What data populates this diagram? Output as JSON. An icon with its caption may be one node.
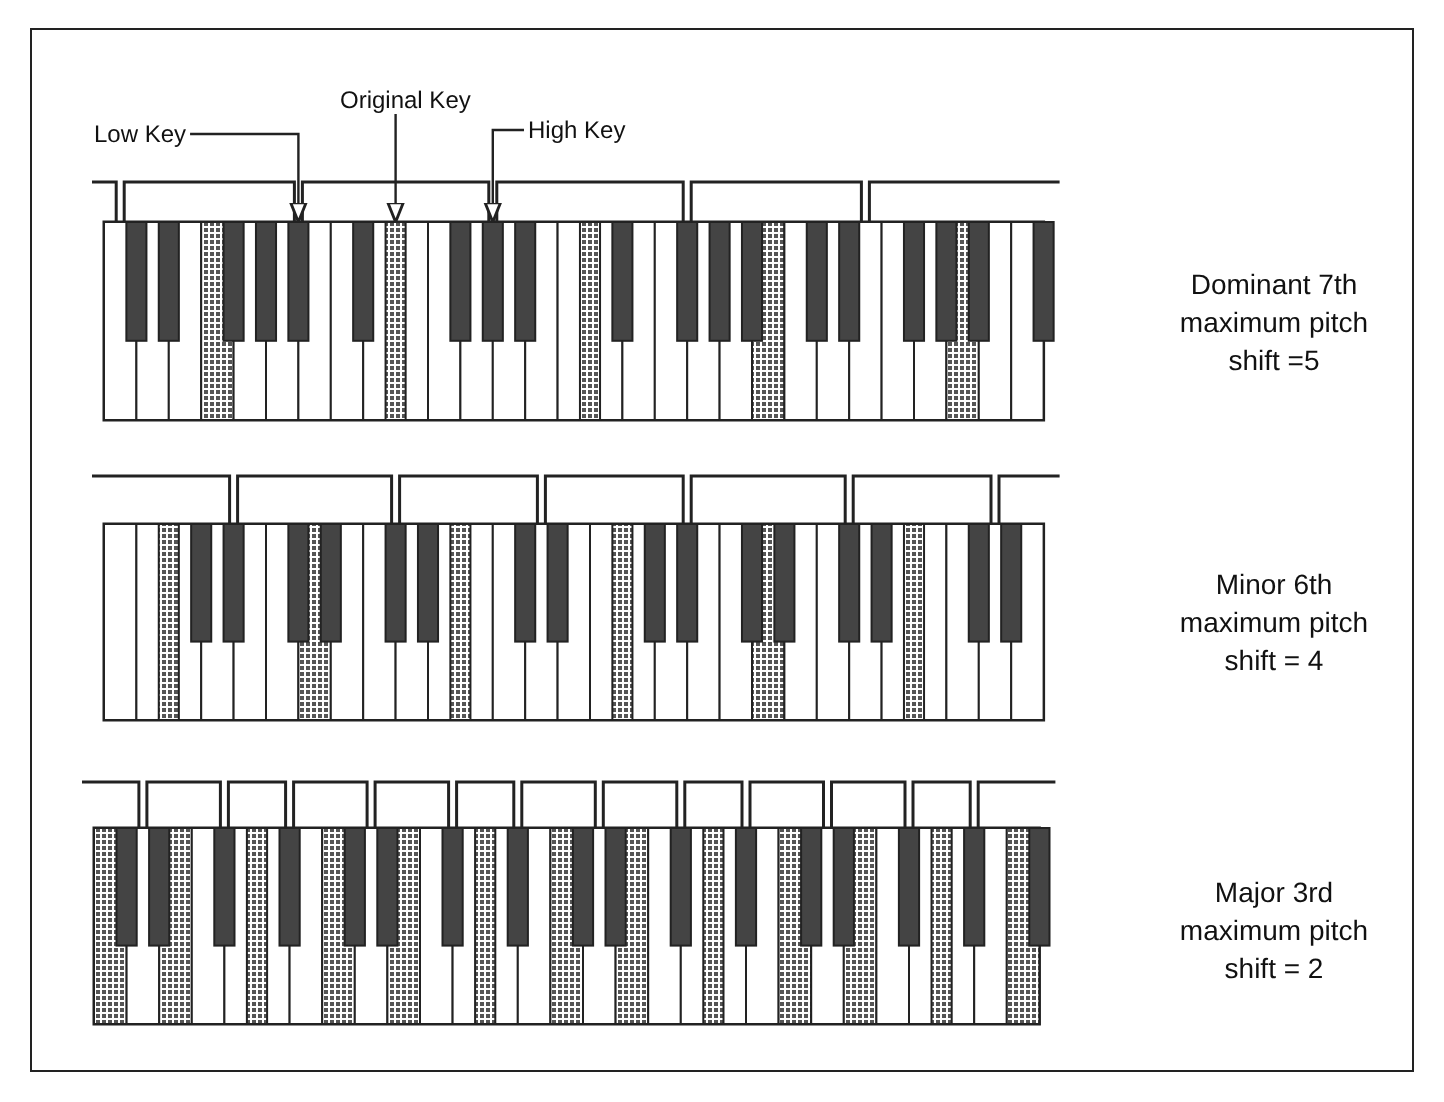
{
  "diagram": {
    "nodes": [
      {
        "text": [
          "Low Key"
        ]
      },
      {
        "text": [
          "Original Key"
        ]
      },
      {
        "text": [
          "High Key"
        ]
      }
    ],
    "edges": [
      {
        "from": 0,
        "to": null,
        "arrow": "to"
      },
      {
        "from": 1,
        "to": null,
        "arrow": "to"
      },
      {
        "from": 2,
        "to": null,
        "arrow": "to"
      }
    ],
    "labels": [
      "Dominant 7th maximum pitch shift =5",
      "Minor 6th maximum pitch shift = 4",
      "Major 3rd maximum pitch shift = 2"
    ]
  }
}
